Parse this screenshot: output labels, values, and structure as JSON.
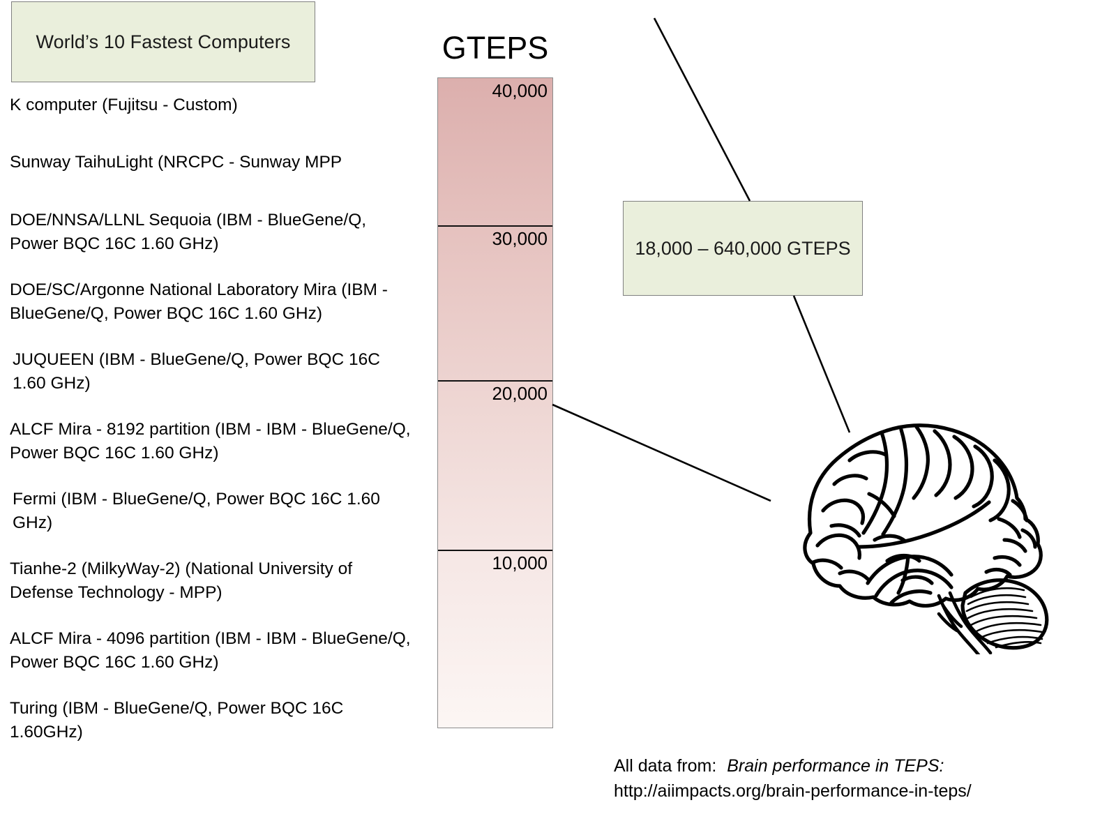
{
  "title_box": {
    "label": "World’s 10 Fastest Computers",
    "fill": "#eaefdc",
    "border": "#808080"
  },
  "computers": [
    {
      "name": "K computer (Fujitsu - Custom)"
    },
    {
      "name": "Sunway TaihuLight (NRCPC - Sunway MPP"
    },
    {
      "name": "DOE/NNSA/LLNL Sequoia (IBM - BlueGene/Q, Power BQC 16C 1.60 GHz)"
    },
    {
      "name": "DOE/SC/Argonne National Laboratory Mira (IBM - BlueGene/Q, Power BQC 16C 1.60 GHz)"
    },
    {
      "name": "JUQUEEN (IBM - BlueGene/Q, Power BQC 16C 1.60 GHz)"
    },
    {
      "name": "ALCF Mira - 8192 partition (IBM - IBM - BlueGene/Q, Power BQC 16C 1.60 GHz)"
    },
    {
      "name": "Fermi (IBM - BlueGene/Q, Power BQC 16C 1.60 GHz)"
    },
    {
      "name": "Tianhe-2 (MilkyWay-2) (National University of Defense Technology - MPP)"
    },
    {
      "name": "ALCF Mira - 4096 partition (IBM - IBM - BlueGene/Q, Power BQC 16C 1.60 GHz)"
    },
    {
      "name": "Turing (IBM - BlueGene/Q, Power BQC 16C 1.60GHz)"
    }
  ],
  "axis": {
    "unit_label": "GTEPS",
    "ticks": [
      {
        "label": "40,000",
        "value": 40000
      },
      {
        "label": "30,000",
        "value": 30000
      },
      {
        "label": "20,000",
        "value": 20000
      },
      {
        "label": "10,000",
        "value": 10000
      }
    ],
    "bar_top_color": "#dcafad",
    "bar_bottom_color": "#fcf6f4",
    "bar_border": "#8c8c8c"
  },
  "range_box": {
    "label": "18,000 – 640,000 GTEPS",
    "fill": "#eaefdc",
    "border": "#808080"
  },
  "brain": {
    "alt": "human brain lateral view line drawing"
  },
  "source": {
    "prefix": "All data from:",
    "title": "Brain performance in TEPS:",
    "url": "http://aiimpacts.org/brain-performance-in-teps/"
  },
  "chart_data": {
    "type": "bar",
    "title": "GTEPS",
    "xlabel": "",
    "ylabel": "GTEPS",
    "ylim": [
      0,
      45000
    ],
    "grid": true,
    "legend": "none",
    "orientation": "vertical-scale",
    "tick_labels": [
      "10,000",
      "20,000",
      "30,000",
      "40,000"
    ],
    "tick_values": [
      10000,
      20000,
      30000,
      40000
    ],
    "categories": [
      "K computer (Fujitsu - Custom)",
      "Sunway TaihuLight (NRCPC - Sunway MPP",
      "DOE/NNSA/LLNL Sequoia (IBM - BlueGene/Q, Power BQC 16C 1.60 GHz)",
      "DOE/SC/Argonne National Laboratory Mira (IBM - BlueGene/Q, Power BQC 16C 1.60 GHz)",
      "JUQUEEN (IBM - BlueGene/Q, Power BQC 16C 1.60 GHz)",
      "ALCF Mira - 8192 partition (IBM - IBM - BlueGene/Q, Power BQC 16C 1.60 GHz)",
      "Fermi (IBM - BlueGene/Q, Power BQC 16C 1.60 GHz)",
      "Tianhe-2 (MilkyWay-2) (National University of Defense Technology - MPP)",
      "ALCF Mira - 4096 partition (IBM - IBM - BlueGene/Q, Power BQC 16C 1.60 GHz)",
      "Turing (IBM - BlueGene/Q, Power BQC 16C 1.60GHz)"
    ],
    "annotations": [
      {
        "text": "18,000 – 640,000 GTEPS",
        "refers_to": "human brain",
        "range": [
          18000,
          640000
        ]
      }
    ]
  }
}
